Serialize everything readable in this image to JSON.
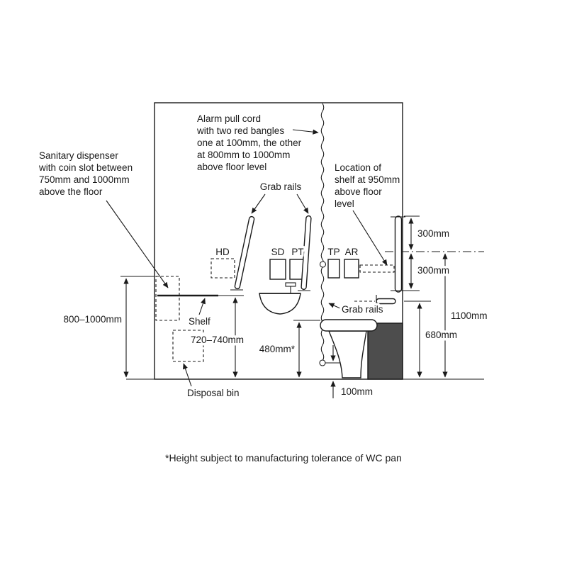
{
  "colors": {
    "ink": "#1a1a1a",
    "background": "#ffffff",
    "duct_fill": "#4d4d4d"
  },
  "notes": {
    "alarm": [
      "Alarm pull cord",
      "with two red bangles",
      "one at 100mm, the other",
      "at 800mm to 1000mm",
      "above floor level"
    ],
    "sanitary": [
      "Sanitary dispenser",
      "with coin slot between",
      "750mm and 1000mm",
      "above the floor"
    ],
    "shelf_location": [
      "Location of",
      "shelf at 950mm",
      "above floor",
      "level"
    ],
    "grab_rails_top": "Grab rails",
    "grab_rails_side": "Grab rails",
    "shelf": "Shelf",
    "disposal_bin": "Disposal bin",
    "footnote": "*Height subject to manufacturing tolerance of WC pan"
  },
  "fixtures": {
    "hd": "HD",
    "sd": "SD",
    "pt": "PT",
    "tp": "TP",
    "ar": "AR"
  },
  "dimensions": {
    "rail_top": "300mm",
    "rail_bottom": "300mm",
    "rail_centre": "1100mm",
    "horizontal_rail": "680mm",
    "dispenser": "800–1000mm",
    "shelf_height": "720–740mm",
    "pan_height": "480mm*",
    "cord_bangle": "100mm"
  }
}
